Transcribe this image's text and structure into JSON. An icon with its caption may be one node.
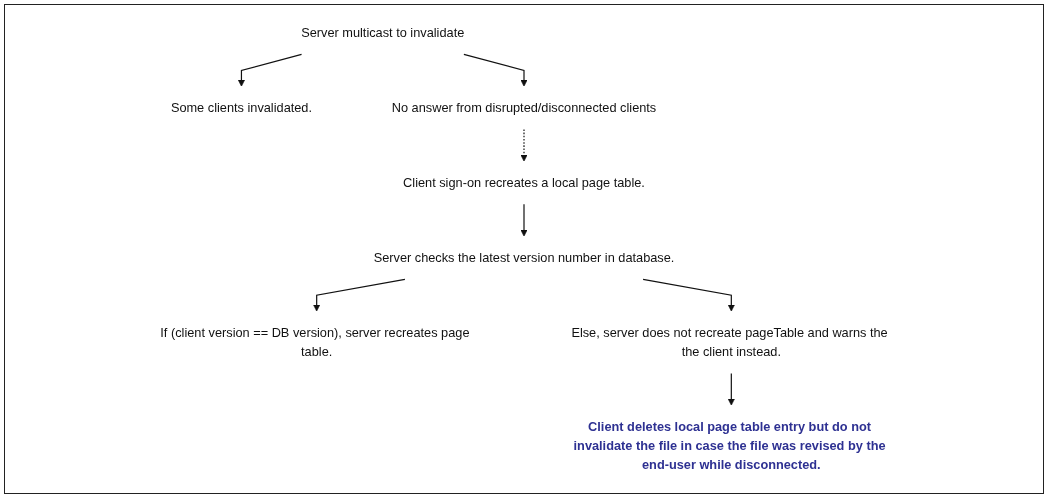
{
  "diagram": {
    "nodes": [
      {
        "text": [
          "Server multicast to invalidate"
        ]
      },
      {
        "text": [
          "Some clients invalidated."
        ]
      },
      {
        "text": [
          "No answer from disrupted/disconnected clients"
        ]
      },
      {
        "text": [
          "Client sign-on recreates a local page table."
        ]
      },
      {
        "text": [
          "Server checks the latest version number in database."
        ]
      },
      {
        "text": [
          "If (client version == DB version), server recreates page table."
        ]
      },
      {
        "text": [
          "Else, server does not recreate pageTable and warns the the client instead."
        ]
      },
      {
        "text": [
          "Client deletes local page table entry but do not invalidate the file in case the file was revised by the end-user while disconnected."
        ]
      }
    ],
    "edges": [
      {
        "from": 0,
        "to": 1,
        "arrow": "to"
      },
      {
        "from": 0,
        "to": 2,
        "arrow": "to"
      },
      {
        "from": 2,
        "to": 3,
        "arrow": "to",
        "style": "dashed"
      },
      {
        "from": 3,
        "to": 4,
        "arrow": "to"
      },
      {
        "from": 4,
        "to": 5,
        "arrow": "to"
      },
      {
        "from": 4,
        "to": 6,
        "arrow": "to"
      },
      {
        "from": 6,
        "to": 7,
        "arrow": "to"
      }
    ]
  }
}
